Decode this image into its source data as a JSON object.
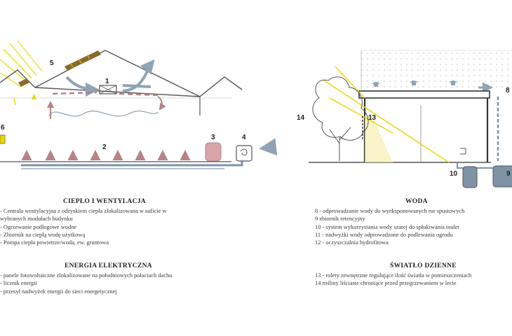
{
  "diagram_numbers": {
    "n1": "1",
    "n2": "2",
    "n3": "3",
    "n4": "4",
    "n5": "5",
    "n6": "6",
    "n8": "8",
    "n9": "9",
    "n10": "10",
    "n13": "13",
    "n14": "14"
  },
  "colors": {
    "line": "#555555",
    "sun": "#e8d800",
    "pink": "#d9a5a8",
    "pink_dark": "#b78386",
    "blue_grey": "#7f93a6",
    "arrow_blue": "#8fa3b5",
    "panel": "#8a6a2c"
  },
  "sections": {
    "heat": {
      "title": "CIEPŁO I WENTYLACJA",
      "items": [
        "- Centrala wentylacyjna z odzyskiem ciepła zlokalizowana w suficie w",
        "wybranych modułach budynku",
        "- Ogrzewanie podłogowe wodne",
        "- Zbiornik na ciepłą wodę użytkową",
        "- Pompa ciepła powietrze/woda, ew. gruntowa"
      ]
    },
    "energy": {
      "title": "ENERGIA ELEKTRYCZNA",
      "items": [
        "- panele fotowoltaiczne zlokalizowane na południowych połaciach dachu",
        "- licznik energii",
        "- przesył nadwyżek energii do sieci energetycznej"
      ]
    },
    "water": {
      "title": "WODA",
      "items": [
        "8 - odprowadzanie wody do wyeksponowanych rur spustowych",
        "9   zbiornik retencyjny",
        "10 - system wykorzystania wody szarej do spłukiwania toalet",
        "11 - nadwyżki wody odprowadzone do podlewania ogrodu",
        "12 - oczyszczalnia hydrofitowa"
      ]
    },
    "light": {
      "title": "ŚWIATŁO DZIENNE",
      "items": [
        "13 - rolety zewnętrzne regulujące ilość światła w pomieszczeniach",
        "14   rośliny liściaste chroniące przed przegrzewaniem w lecie"
      ]
    }
  }
}
